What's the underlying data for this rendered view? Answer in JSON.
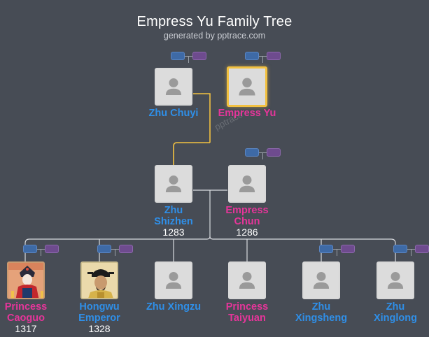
{
  "header": {
    "title": "Empress Yu Family Tree",
    "subtitle": "generated by pptrace.com",
    "watermark": "pptrace"
  },
  "people": {
    "zhu_chuyi": {
      "name": [
        "Zhu Chuyi"
      ],
      "gender": "male"
    },
    "empress_yu": {
      "name": [
        "Empress Yu"
      ],
      "gender": "female",
      "highlighted": true
    },
    "zhu_shizhen": {
      "name": [
        "Zhu",
        "Shizhen"
      ],
      "year": "1283",
      "gender": "male"
    },
    "empress_chun": {
      "name": [
        "Empress",
        "Chun"
      ],
      "year": "1286",
      "gender": "female"
    },
    "princess_caoguo": {
      "name": [
        "Princess",
        "Caoguo"
      ],
      "year": "1317",
      "gender": "female",
      "portrait": "princess-portrait"
    },
    "hongwu_emperor": {
      "name": [
        "Hongwu",
        "Emperor"
      ],
      "year": "1328",
      "gender": "male",
      "portrait": "emperor-portrait"
    },
    "zhu_xingzu": {
      "name": [
        "Zhu Xingzu"
      ],
      "gender": "male"
    },
    "princess_taiyuan": {
      "name": [
        "Princess",
        "Taiyuan"
      ],
      "gender": "female"
    },
    "zhu_xingsheng": {
      "name": [
        "Zhu",
        "Xingsheng"
      ],
      "gender": "male"
    },
    "zhu_xinglong": {
      "name": [
        "Zhu",
        "Xinglong"
      ],
      "gender": "male"
    }
  },
  "colors": {
    "background": "#474c55",
    "male": "#2f8fe8",
    "female": "#e6359a",
    "highlight_line": "#f2c141",
    "connector": "#d9dbe0",
    "expand_blue": "#3e6aa6",
    "expand_purple": "#6e4b8e"
  }
}
